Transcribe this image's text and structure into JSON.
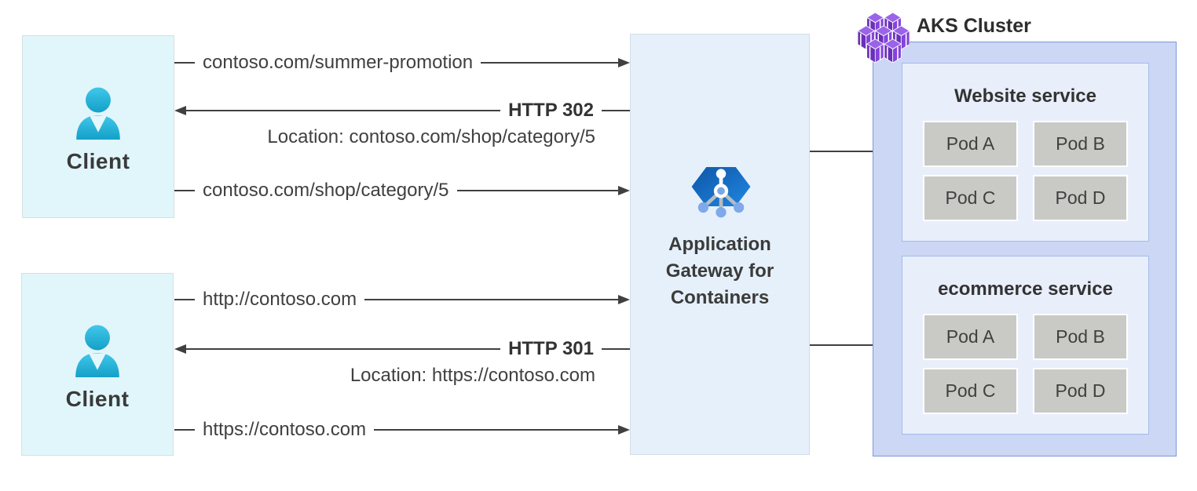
{
  "clients": [
    {
      "label": "Client"
    },
    {
      "label": "Client"
    }
  ],
  "gateway": {
    "label_lines": [
      "Application",
      "Gateway for",
      "Containers"
    ]
  },
  "aks": {
    "title": "AKS Cluster",
    "services": [
      {
        "name": "Website service",
        "pods": [
          "Pod A",
          "Pod B",
          "Pod C",
          "Pod D"
        ]
      },
      {
        "name": "ecommerce service",
        "pods": [
          "Pod A",
          "Pod B",
          "Pod C",
          "Pod D"
        ]
      }
    ]
  },
  "flows": [
    {
      "request": "contoso.com/summer-promotion",
      "response_status": "HTTP 302",
      "response_location": "Location: contoso.com/shop/category/5",
      "followup_request": "contoso.com/shop/category/5"
    },
    {
      "request": "http://contoso.com",
      "response_status": "HTTP 301",
      "response_location": "Location: https://contoso.com",
      "followup_request": "https://contoso.com"
    }
  ],
  "colors": {
    "arrow": "#404040",
    "client_box_fill": "#e1f6fb",
    "gateway_box_fill": "#e5f0fa",
    "aks_outer_fill": "#cbd7f4",
    "aks_outer_border": "#7e97dc",
    "service_fill": "#e9eefb",
    "service_border": "#a4baec",
    "pod_fill": "#c9c9c5",
    "gateway_icon_blue": "#1b6fc4",
    "aks_icon_purple": "#8443dc",
    "person_icon_cyan": "#26b5da"
  }
}
